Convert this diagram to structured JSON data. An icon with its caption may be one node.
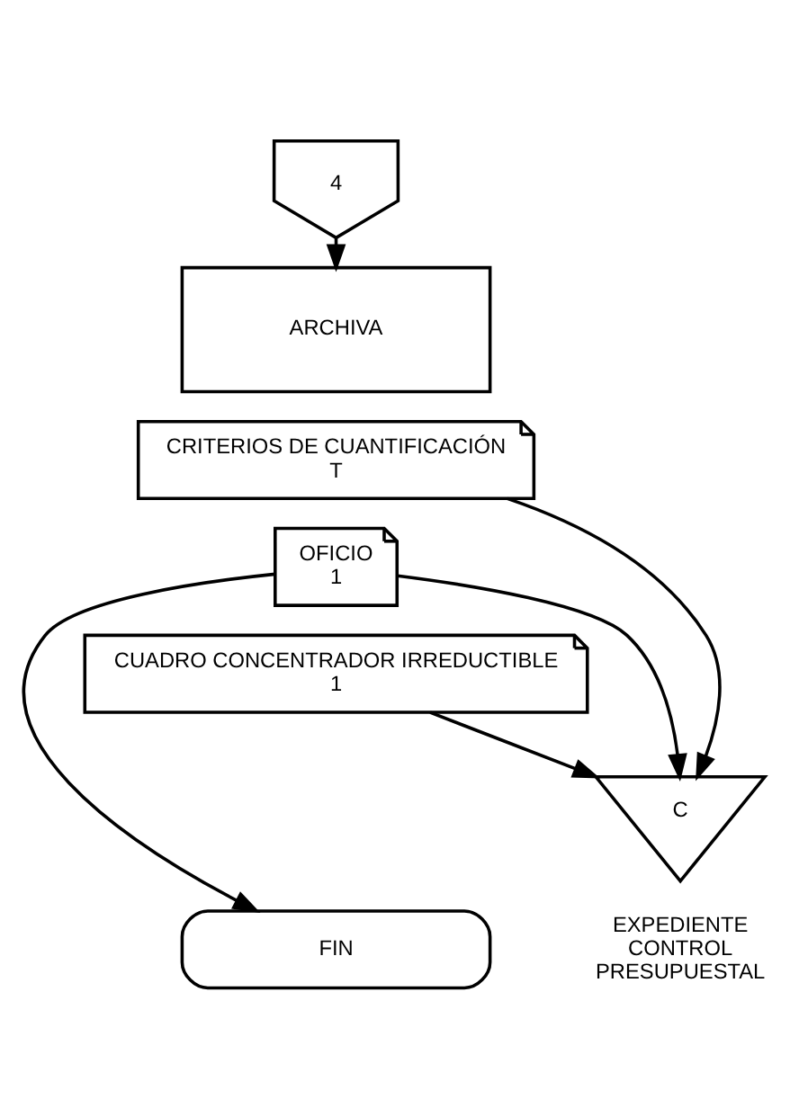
{
  "diagram": {
    "nodes": [
      {
        "text": [
          "4"
        ]
      },
      {
        "text": [
          "ARCHIVA"
        ]
      },
      {
        "text": [
          "CRITERIOS DE CUANTIFICACIÓN",
          "T"
        ]
      },
      {
        "text": [
          "OFICIO",
          "1"
        ]
      },
      {
        "text": [
          "CUADRO CONCENTRADOR IRREDUCTIBLE",
          "1"
        ]
      },
      {
        "text": [
          "C"
        ],
        "beside": [
          "EXPEDIENTE CONTROL PRESUPUESTAL"
        ]
      },
      {
        "text": [
          "FIN"
        ]
      }
    ],
    "edges": [
      {
        "from": 0,
        "to": 1,
        "arrow": "to"
      },
      {
        "from": 2,
        "to": 5,
        "arrow": "to"
      },
      {
        "from": 3,
        "to": 5,
        "arrow": "to"
      },
      {
        "from": 4,
        "to": 5,
        "arrow": "to"
      },
      {
        "from": 3,
        "to": 6,
        "arrow": "to"
      }
    ]
  }
}
